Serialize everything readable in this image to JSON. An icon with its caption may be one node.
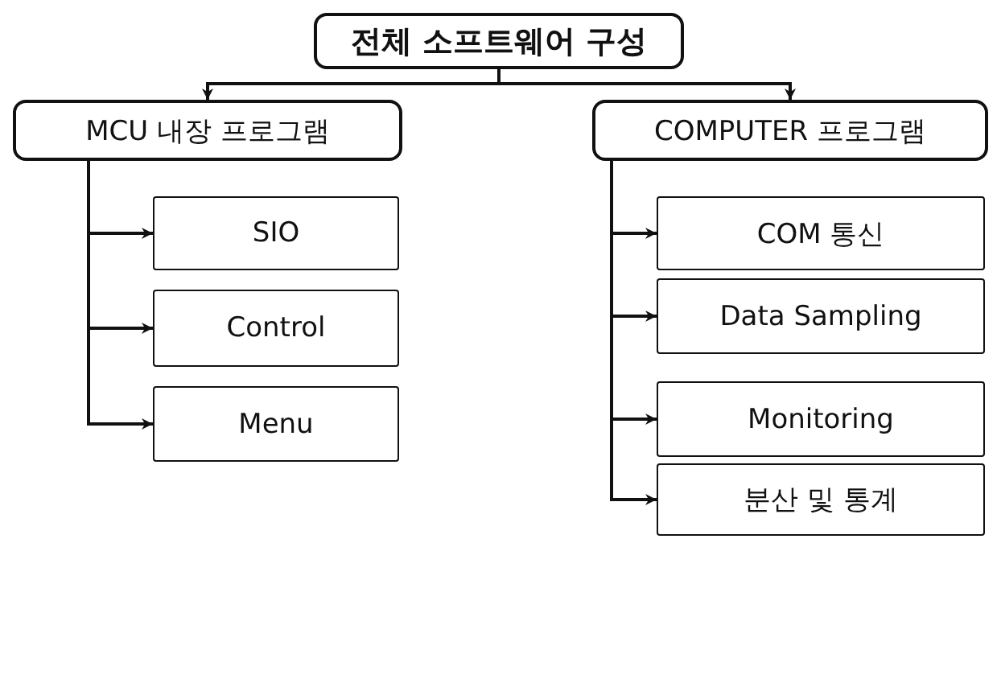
{
  "diagram": {
    "nodes": [
      {
        "text": [
          "전체 소프트웨어 구성"
        ]
      },
      {
        "text": [
          "MCU 내장 프로그램"
        ]
      },
      {
        "text": [
          "COMPUTER 프로그램"
        ]
      },
      {
        "text": [
          "SIO"
        ]
      },
      {
        "text": [
          "Control"
        ]
      },
      {
        "text": [
          "Menu"
        ]
      },
      {
        "text": [
          "COM 통신"
        ]
      },
      {
        "text": [
          "Data Sampling"
        ]
      },
      {
        "text": [
          "Monitoring"
        ]
      },
      {
        "text": [
          "분산 및 통계"
        ]
      }
    ],
    "edges": [
      {
        "from": 0,
        "to": 1,
        "arrow": "to"
      },
      {
        "from": 0,
        "to": 2,
        "arrow": "to"
      },
      {
        "from": 1,
        "to": 3,
        "arrow": "to"
      },
      {
        "from": 1,
        "to": 4,
        "arrow": "to"
      },
      {
        "from": 1,
        "to": 5,
        "arrow": "to"
      },
      {
        "from": 2,
        "to": 6,
        "arrow": "to"
      },
      {
        "from": 2,
        "to": 7,
        "arrow": "to"
      },
      {
        "from": 2,
        "to": 8,
        "arrow": "to"
      },
      {
        "from": 2,
        "to": 9,
        "arrow": "to"
      }
    ]
  }
}
